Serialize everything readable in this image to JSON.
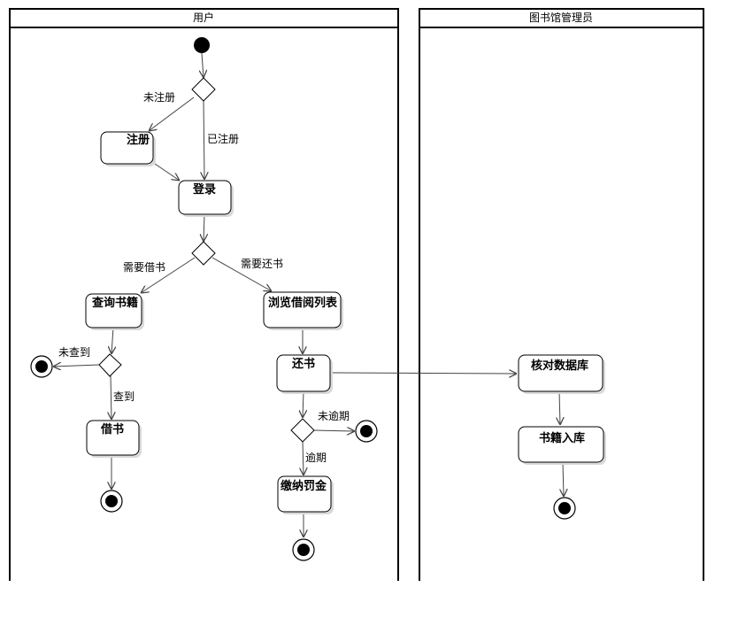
{
  "lanes": {
    "user": "用户",
    "librarian": "图书馆管理员"
  },
  "actions": {
    "register": "注册",
    "login": "登录",
    "search_books": "查询书籍",
    "browse_list": "浏览借阅列表",
    "borrow": "借书",
    "return_book": "还书",
    "pay_fine": "缴纳罚金",
    "verify_db": "核对数据库",
    "book_storage": "书籍入库"
  },
  "guards": {
    "unregistered": "未注册",
    "registered": "已注册",
    "need_borrow": "需要借书",
    "need_return": "需要还书",
    "not_found": "未查到",
    "found": "查到",
    "not_overdue": "未逾期",
    "overdue": "逾期"
  }
}
